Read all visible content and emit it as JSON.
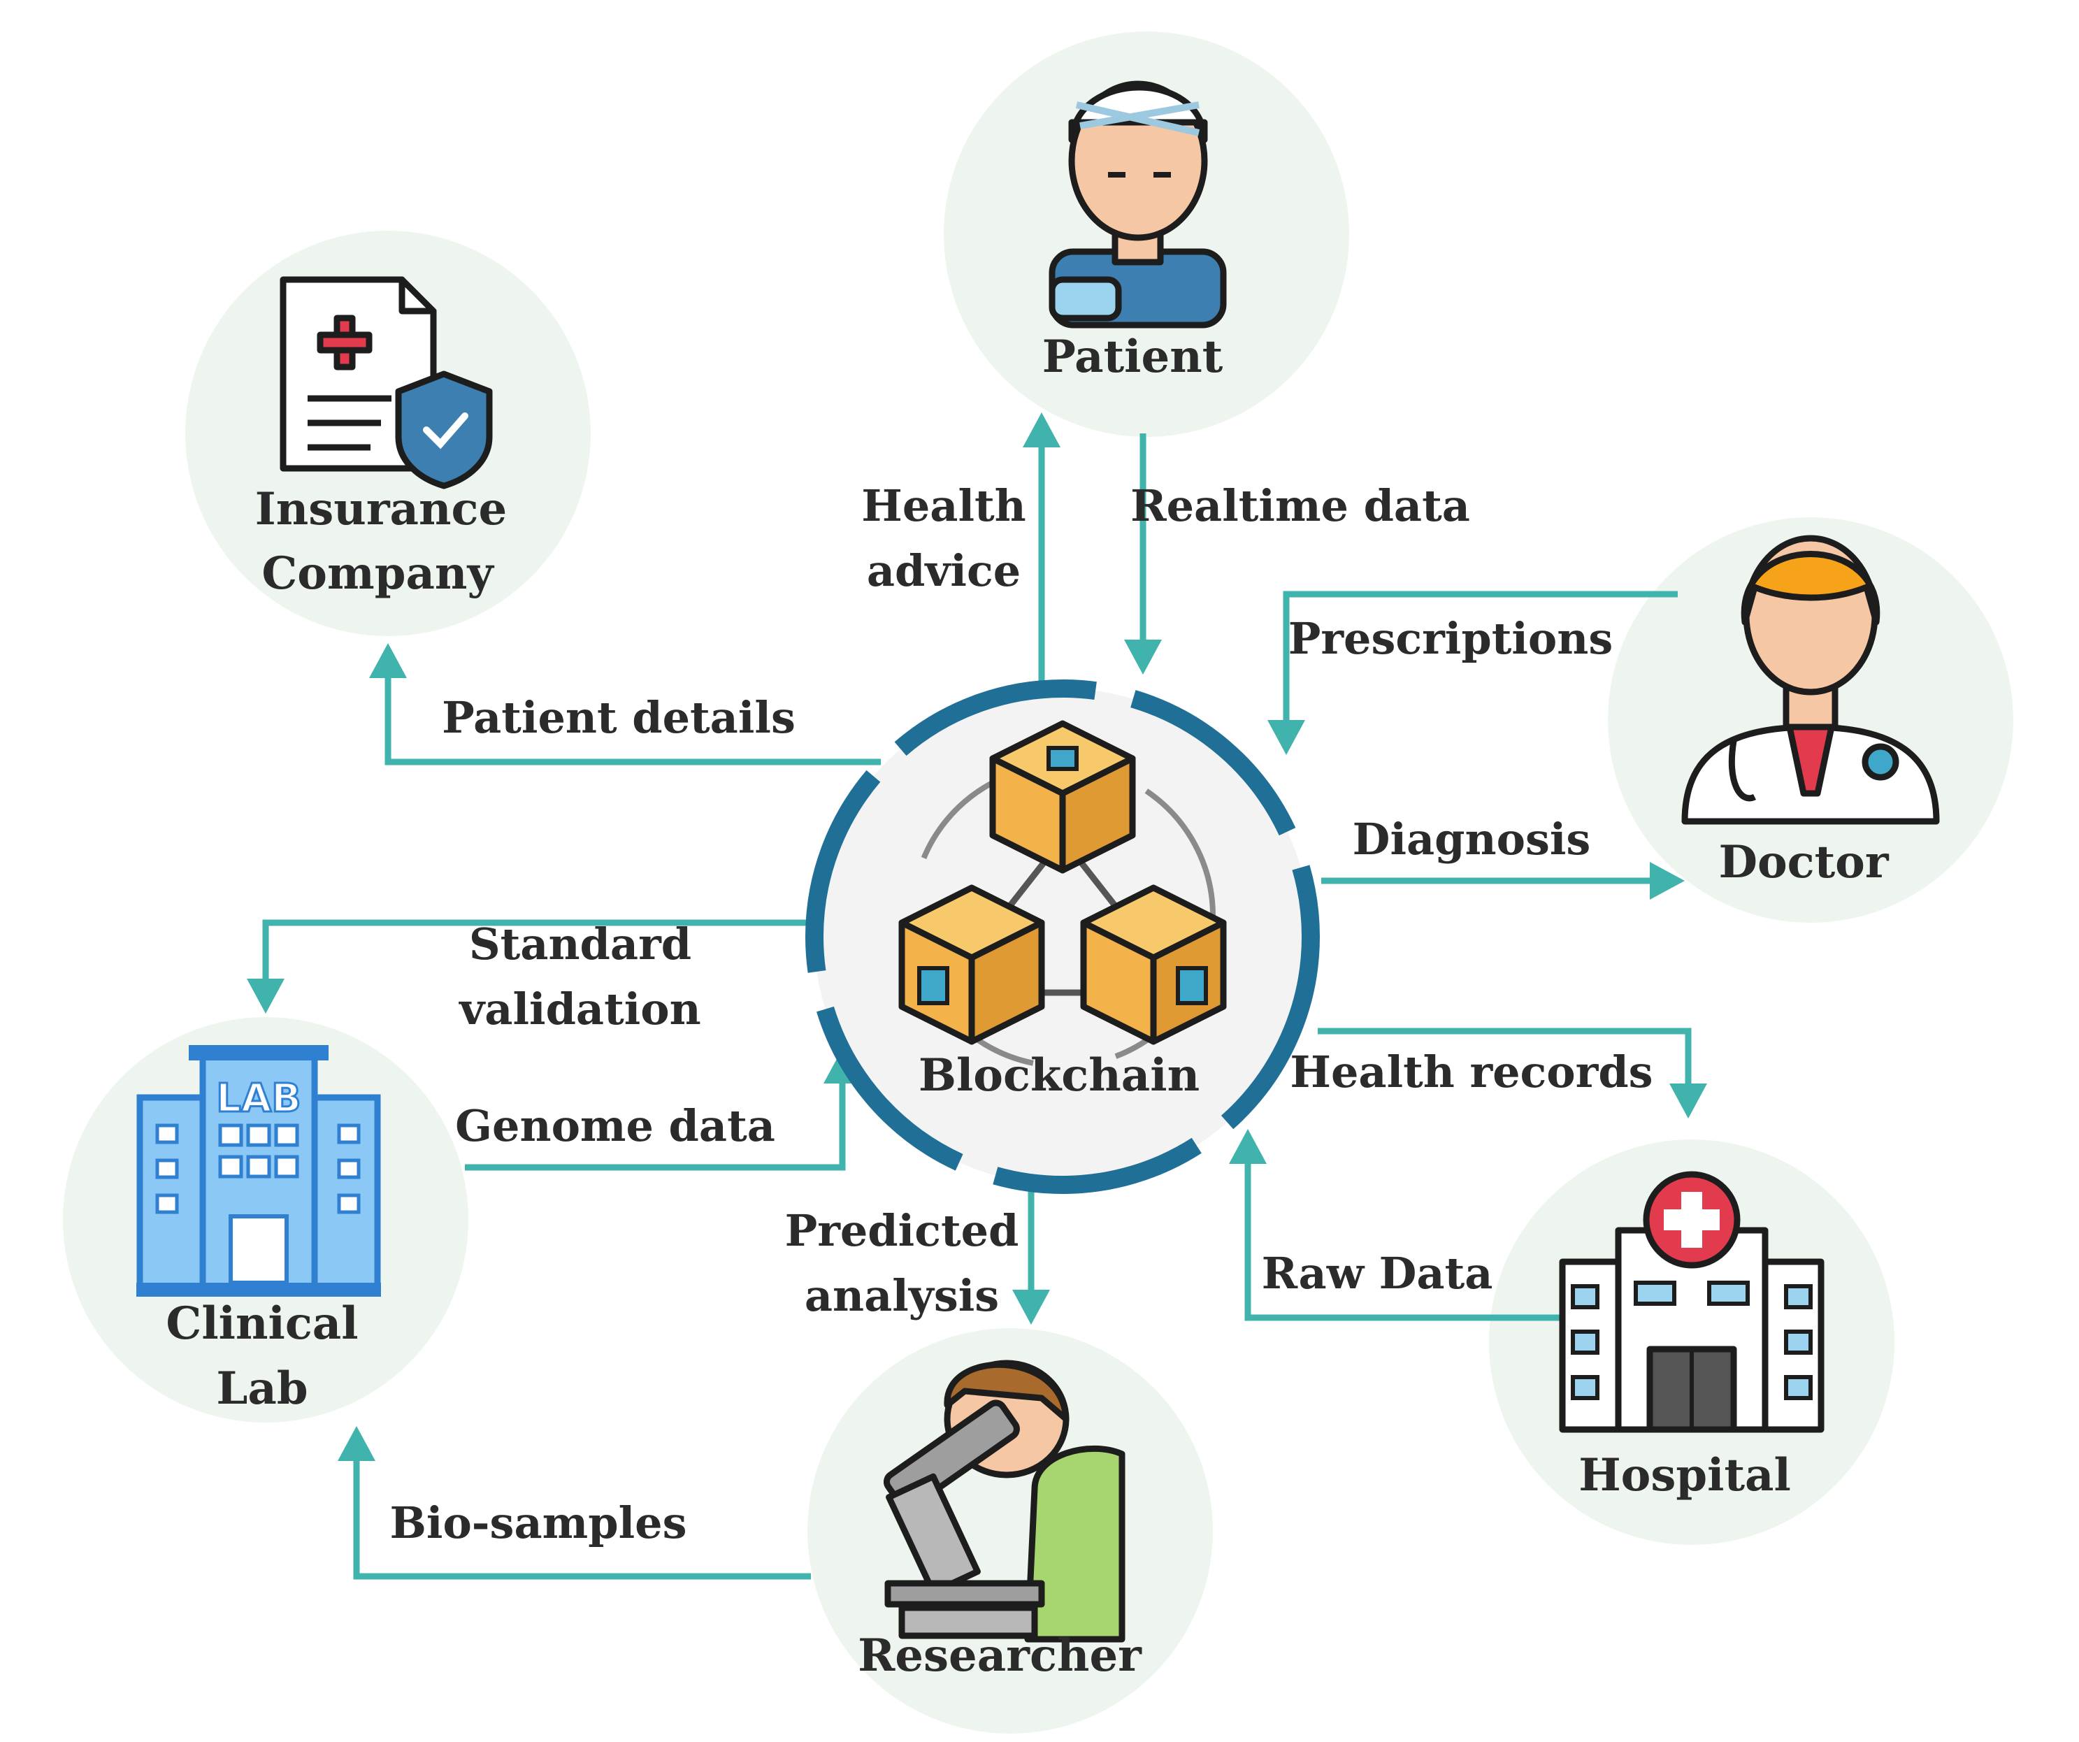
{
  "center": {
    "label": "Blockchain"
  },
  "nodes": {
    "patient": {
      "label": "Patient"
    },
    "insurance": {
      "label_lines": [
        "Insurance",
        "Company"
      ]
    },
    "doctor": {
      "label": "Doctor"
    },
    "clinical_lab": {
      "label_lines": [
        "Clinical",
        "Lab"
      ],
      "sign": "LAB"
    },
    "researcher": {
      "label": "Researcher"
    },
    "hospital": {
      "label": "Hospital"
    }
  },
  "edges": {
    "health_advice": {
      "label_lines": [
        "Health",
        "advice"
      ]
    },
    "realtime_data": {
      "label": "Realtime data"
    },
    "prescriptions": {
      "label": "Prescriptions"
    },
    "patient_details": {
      "label": "Patient details"
    },
    "diagnosis": {
      "label": "Diagnosis"
    },
    "standard_validation": {
      "label_lines": [
        "Standard",
        "validation"
      ]
    },
    "health_records": {
      "label": "Health records"
    },
    "genome_data": {
      "label": "Genome data"
    },
    "predicted_analysis": {
      "label_lines": [
        "Predicted",
        "analysis"
      ]
    },
    "raw_data": {
      "label": "Raw Data"
    },
    "bio_samples": {
      "label": "Bio-samples"
    }
  },
  "colors": {
    "arrow": "#3fb3ac",
    "node_background": "#eef5ee",
    "blockchain_ring": "#1f6f97",
    "cube": "#f3b34a"
  }
}
